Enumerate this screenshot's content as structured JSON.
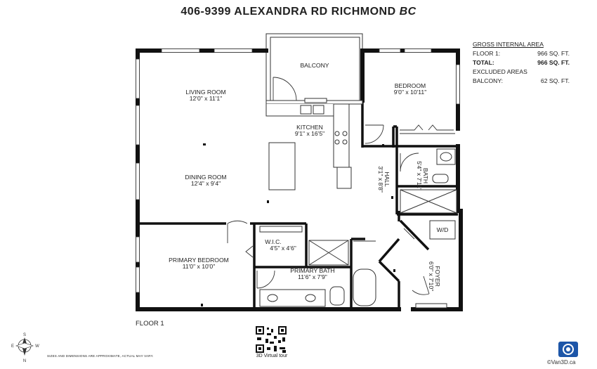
{
  "title_main": "406-9399 ALEXANDRA RD RICHMOND",
  "title_italic": "BC",
  "rooms": {
    "balcony": {
      "name": "BALCONY"
    },
    "bedroom": {
      "name": "BEDROOM",
      "dims": "9'0\" x 10'11\""
    },
    "living": {
      "name": "LIVING ROOM",
      "dims": "12'0\" x 11'1\""
    },
    "kitchen": {
      "name": "KITCHEN",
      "dims": "9'1\" x 16'5\""
    },
    "dining": {
      "name": "DINING ROOM",
      "dims": "12'4\" x 9'4\""
    },
    "bath": {
      "name": "BATH",
      "dims": "5'4\" x 7'11\""
    },
    "hall": {
      "name": "HALL",
      "dims": "3'1\" x 8'8\""
    },
    "wic": {
      "name": "W.I.C.",
      "dims": "4'5\" x 4'6\""
    },
    "wd": {
      "name": "W/D"
    },
    "primary_bedroom": {
      "name": "PRIMARY BEDROOM",
      "dims": "11'0\" x 10'0\""
    },
    "primary_bath": {
      "name": "PRIMARY BATH",
      "dims": "11'6\" x 7'9\""
    },
    "foyer": {
      "name": "FOYER",
      "dims": "6'0\" x 7'10\""
    }
  },
  "area": {
    "header": "GROSS INTERNAL AREA",
    "floor_label": "FLOOR 1:",
    "floor_value": "966 SQ. FT.",
    "total_label": "TOTAL:",
    "total_value": "966 SQ. FT.",
    "excluded": "EXCLUDED AREAS",
    "balcony_label": "BALCONY:",
    "balcony_value": "62 SQ. FT."
  },
  "floor_label": "FLOOR 1",
  "disclaimer": "SIZES AND DIMENSIONS ARE APPROXIMATE, ACTUAL MAY VARY.",
  "compass": {
    "n": "N",
    "s": "S",
    "e": "E",
    "w": "W"
  },
  "virtual_tour": "3D Virtual tour",
  "brand": "©Van3D.ca",
  "colors": {
    "wall": "#111111",
    "line": "#333333",
    "brand": "#1d56a8"
  }
}
